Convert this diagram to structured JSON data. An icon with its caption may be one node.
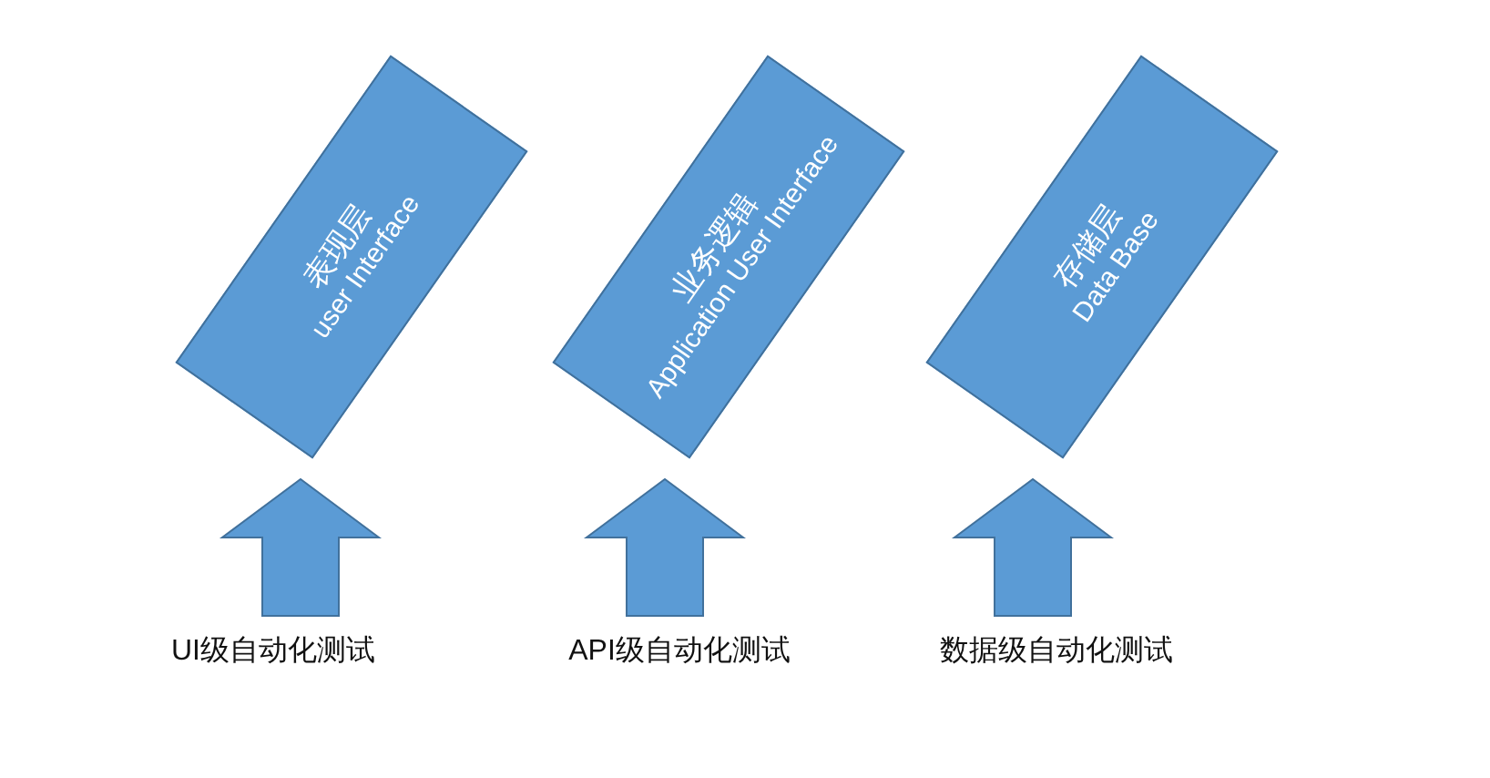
{
  "diagram": {
    "nodes": [
      {
        "text": [
          "表现层",
          "user Interface"
        ]
      },
      {
        "text": [
          "业务逻辑",
          "Application User Interface"
        ]
      },
      {
        "text": [
          "存储层",
          "Data Base"
        ]
      },
      {
        "text": [
          "UI级自动化测试"
        ]
      },
      {
        "text": [
          "API级自动化测试"
        ]
      },
      {
        "text": [
          "数据级自动化测试"
        ]
      }
    ],
    "edges": [
      {
        "from": 3,
        "to": 0,
        "arrow": "to"
      },
      {
        "from": 4,
        "to": 1,
        "arrow": "to"
      },
      {
        "from": 5,
        "to": 2,
        "arrow": "to"
      }
    ]
  }
}
